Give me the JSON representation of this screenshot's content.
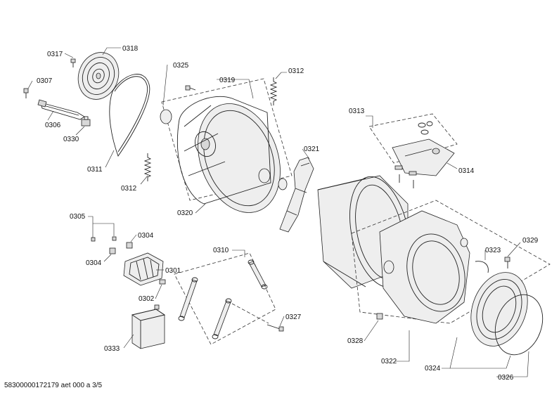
{
  "document_id": "58300000172179 aet 000 a 3/5",
  "callouts": {
    "p0317": "0317",
    "p0318": "0318",
    "p0307": "0307",
    "p0306": "0306",
    "p0330": "0330",
    "p0311": "0311",
    "p0325": "0325",
    "p0319": "0319",
    "p0312a": "0312",
    "p0312b": "0312",
    "p0320": "0320",
    "p0313": "0313",
    "p0314": "0314",
    "p0321": "0321",
    "p0305": "0305",
    "p0304a": "0304",
    "p0304b": "0304",
    "p0301": "0301",
    "p0302": "0302",
    "p0333": "0333",
    "p0310": "0310",
    "p0327": "0327",
    "p0323": "0323",
    "p0329": "0329",
    "p0328": "0328",
    "p0322": "0322",
    "p0324": "0324",
    "p0326": "0326"
  }
}
